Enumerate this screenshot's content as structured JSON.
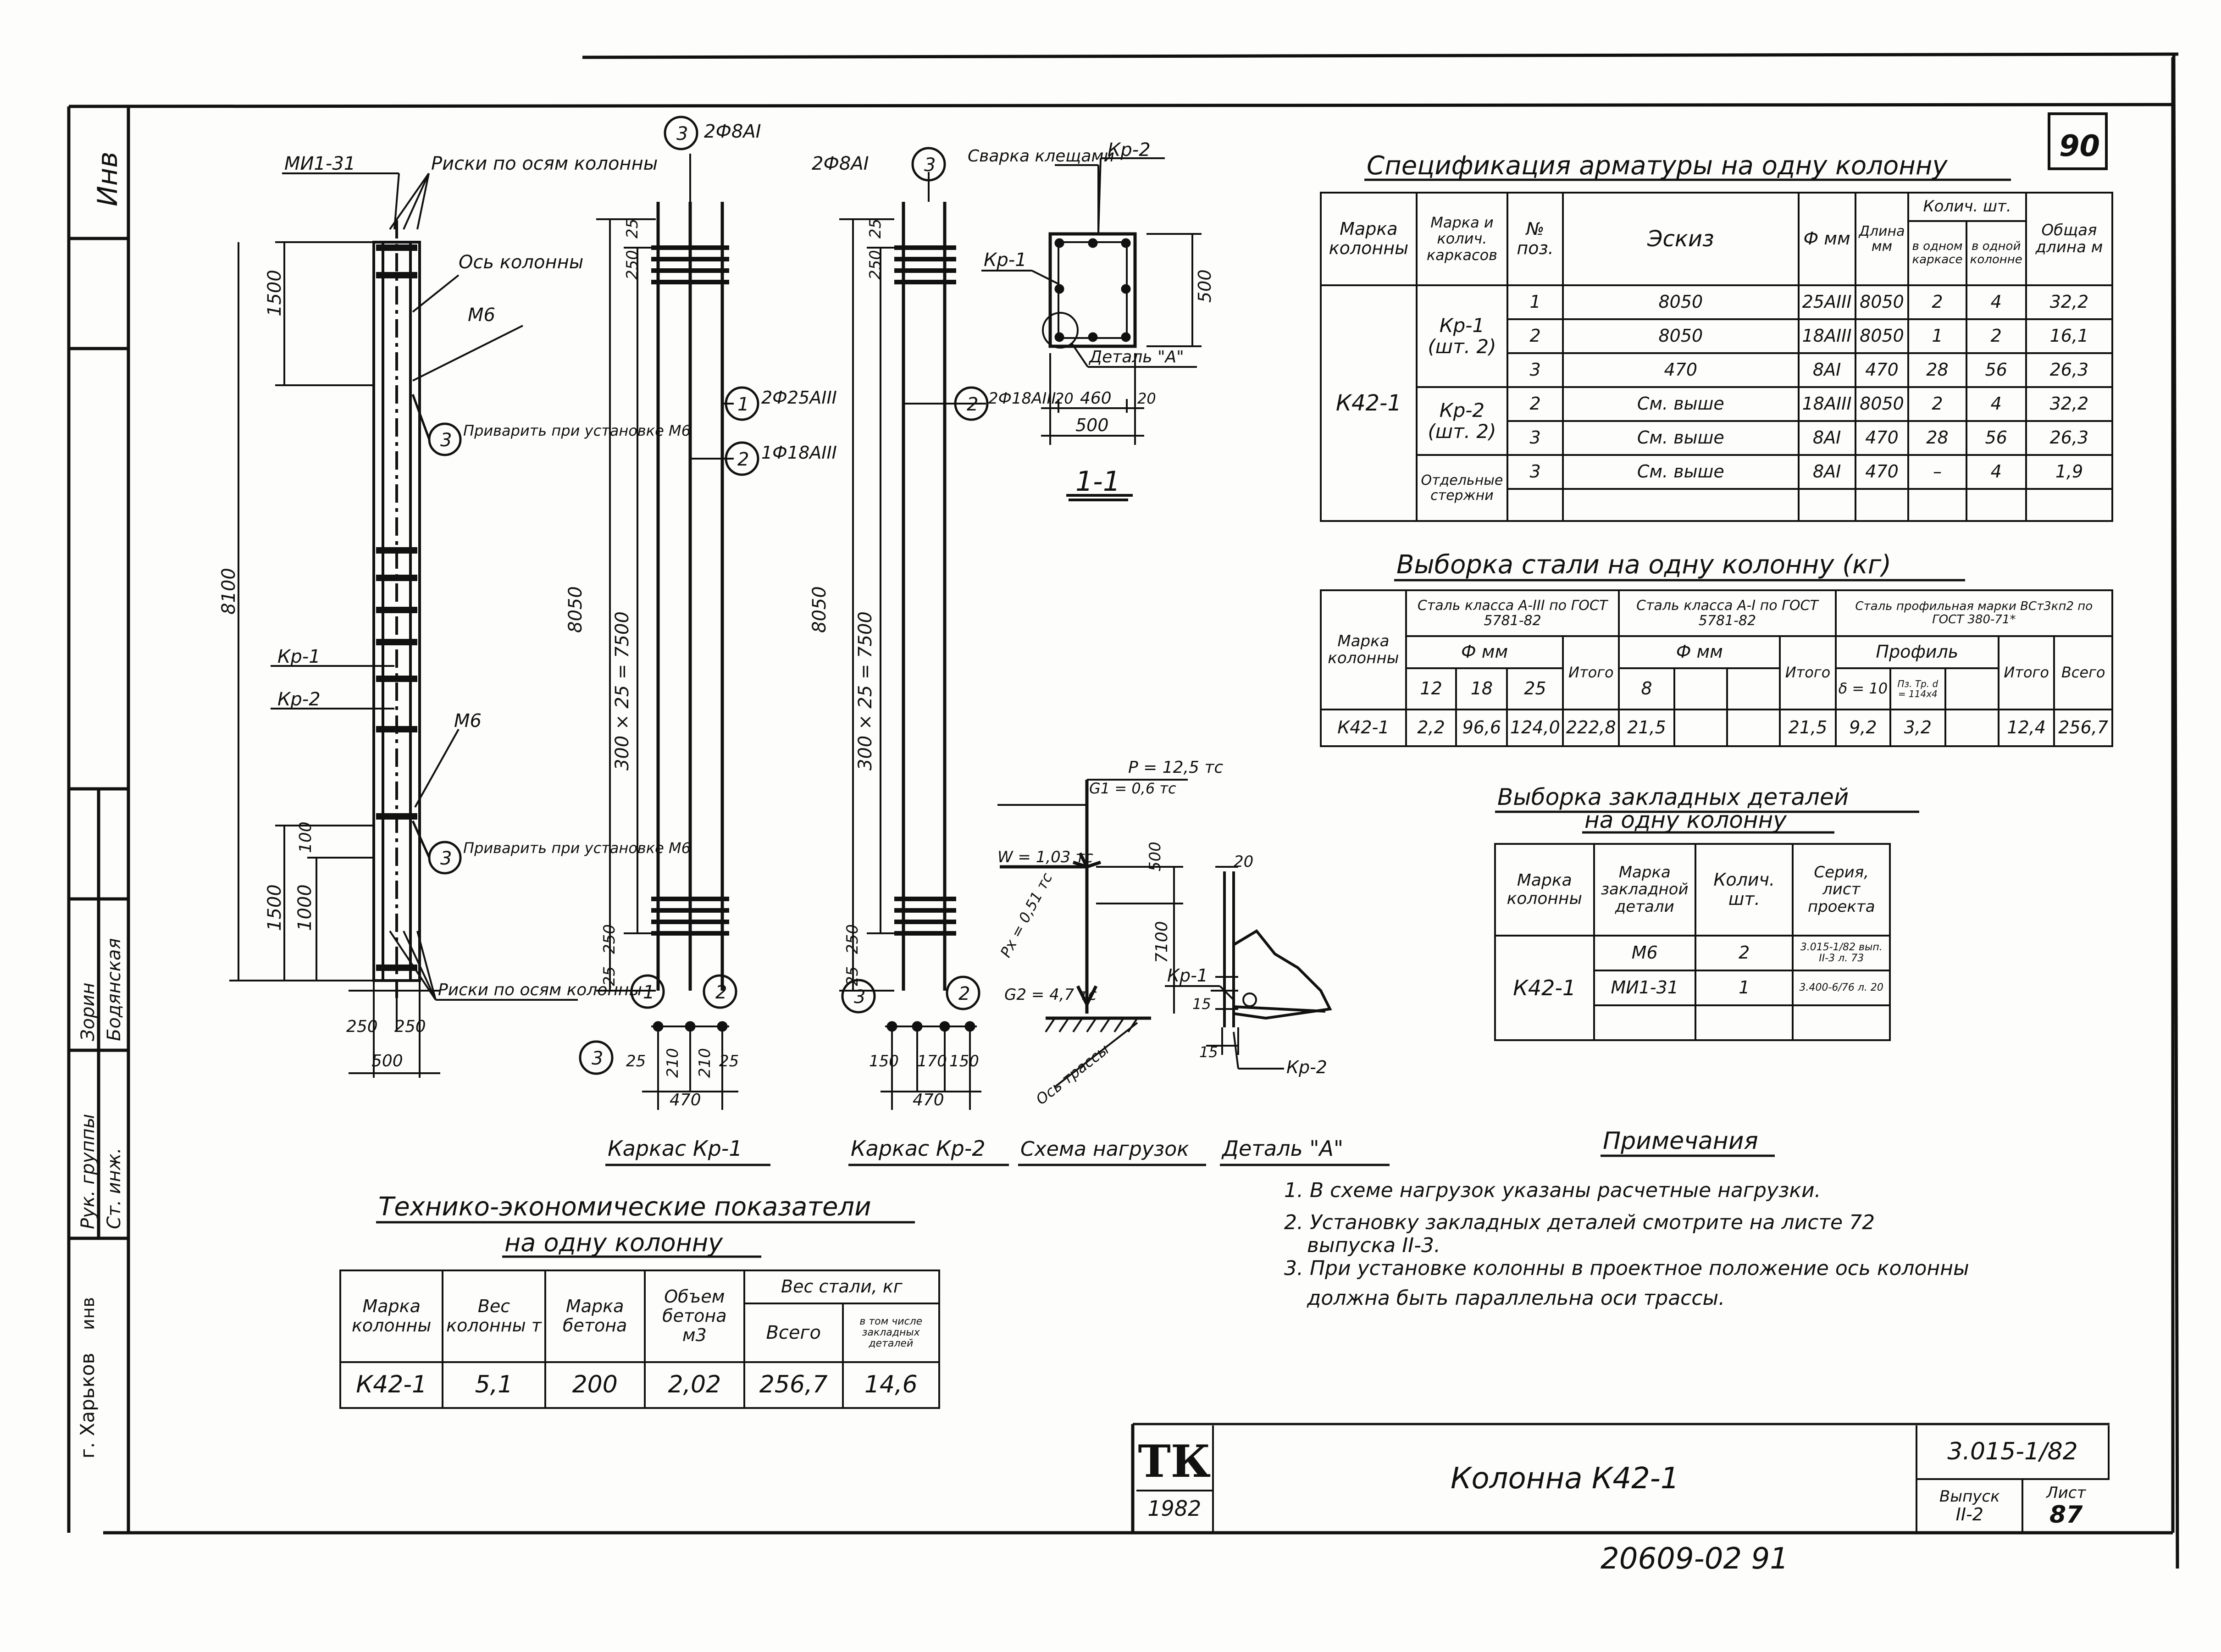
{
  "sheet_number": "90",
  "side_stamp": {
    "top": "Инв",
    "city": "г. Харьков",
    "stamp_frag": "инв",
    "roles": [
      "Рук. группы",
      "Ст. инж."
    ],
    "names": [
      "Зорин",
      "Бодянская"
    ]
  },
  "views": {
    "column": {
      "mi_label": "МИ1-31",
      "risk_top": "Риски по осям колонны",
      "axis": "Ось колонны",
      "m6": "М6",
      "weld": "Приварить при установке М6",
      "dims": {
        "d1500a": "1500",
        "d8100": "8100",
        "d1500b": "1500",
        "d1000": "1000",
        "d100": "100",
        "d250a": "250",
        "d250b": "250",
        "d500": "500"
      },
      "kr1": "Кр-1",
      "kr2": "Кр-2",
      "risk_bottom": "Риски по осям колонны",
      "callout": "3"
    },
    "frame1": {
      "bar_top": "2Ф8АI",
      "bar1": "2Ф25АIII",
      "bar2": "1Ф18АIII",
      "c1": "1",
      "c2": "2",
      "c3": "3",
      "dims": {
        "d8050": "8050",
        "d7500": "300 × 25 = 7500",
        "d25t": "25",
        "d250t": "250",
        "d250b": "250",
        "d25b": "25",
        "s25a": "25",
        "s210a": "210",
        "s210b": "210",
        "s25b": "25",
        "w470": "470"
      },
      "caption": "Каркас Кр-1"
    },
    "frame2": {
      "bar_top": "2Ф8АI",
      "bar2": "2Ф18АIII",
      "c2": "2",
      "c3": "3",
      "dims": {
        "d8050": "8050",
        "d7500": "300 × 25 = 7500",
        "d25t": "25",
        "d250t": "250",
        "d250b": "250",
        "d25b": "25",
        "s150a": "150",
        "s170": "170",
        "s150b": "150",
        "w470": "470"
      },
      "caption": "Каркас Кр-2"
    },
    "section": {
      "weld": "Сварка клещами",
      "kr2": "Кр-2",
      "kr1": "Кр-1",
      "d500v": "500",
      "detail": "Деталь \"А\"",
      "d20a": "20",
      "d460": "460",
      "d20b": "20",
      "d500h": "500",
      "label": "1-1"
    },
    "loads": {
      "p": "Р = 12,5 тс",
      "g1": "G1 = 0,6 тс",
      "w": "W = 1,03 тс",
      "px": "Px = 0,51 тс",
      "g2": "G2 = 4,7 тс",
      "d500": "500",
      "d7100": "7100",
      "axis": "Ось трассы",
      "caption": "Схема нагрузок"
    },
    "detail": {
      "d20": "20",
      "kr1": "Кр-1",
      "d15a": "15",
      "d15b": "15",
      "kr2": "Кр-2",
      "caption": "Деталь \"А\""
    }
  },
  "spec": {
    "title": "Спецификация арматуры на одну колонну",
    "headers": {
      "mark": "Марка колонны",
      "frames": "Марка и колич. каркасов",
      "pos": "№ поз.",
      "sketch": "Эскиз",
      "dia": "Ф мм",
      "len": "Длина мм",
      "qty": "Колич. шт.",
      "qty_frame": "в одном каркасе",
      "qty_col": "в одной колонне",
      "total": "Общая длина м"
    },
    "mark": "К42-1",
    "groups": [
      {
        "label": "Кр-1 (шт. 2)",
        "rows": [
          {
            "pos": "1",
            "sketch": "8050",
            "dia": "25АIII",
            "len": "8050",
            "qf": "2",
            "qc": "4",
            "total": "32,2"
          },
          {
            "pos": "2",
            "sketch": "8050",
            "dia": "18АIII",
            "len": "8050",
            "qf": "1",
            "qc": "2",
            "total": "16,1"
          },
          {
            "pos": "3",
            "sketch": "470",
            "dia": "8АI",
            "len": "470",
            "qf": "28",
            "qc": "56",
            "total": "26,3"
          }
        ]
      },
      {
        "label": "Кр-2 (шт. 2)",
        "rows": [
          {
            "pos": "2",
            "sketch": "См. выше",
            "dia": "18АIII",
            "len": "8050",
            "qf": "2",
            "qc": "4",
            "total": "32,2"
          },
          {
            "pos": "3",
            "sketch": "См. выше",
            "dia": "8АI",
            "len": "470",
            "qf": "28",
            "qc": "56",
            "total": "26,3"
          }
        ]
      },
      {
        "label": "Отдельные стержни",
        "rows": [
          {
            "pos": "3",
            "sketch": "См. выше",
            "dia": "8АI",
            "len": "470",
            "qf": "–",
            "qc": "4",
            "total": "1,9"
          }
        ]
      }
    ]
  },
  "steel": {
    "title": "Выборка стали на одну колонну (кг)",
    "headers": {
      "mark": "Марка колонны",
      "a3": "Сталь класса А-III по ГОСТ 5781-82",
      "a1": "Сталь класса А-I по ГОСТ 5781-82",
      "prof": "Сталь профильная марки ВСт3кп2 по ГОСТ 380-71*",
      "fmm": "Ф мм",
      "profile": "Профиль",
      "d12": "12",
      "d18": "18",
      "d25": "25",
      "itogo": "Итого",
      "d8": "8",
      "s10": "δ = 10",
      "pz": "Пз. Тр. d = 114x4",
      "vsego": "Всего"
    },
    "row": {
      "mark": "К42-1",
      "v12": "2,2",
      "v18": "96,6",
      "v25": "124,0",
      "it1": "222,8",
      "v8": "21,5",
      "it2": "21,5",
      "s10": "9,2",
      "pz": "3,2",
      "it3": "12,4",
      "total": "256,7"
    }
  },
  "embedded": {
    "title1": "Выборка закладных деталей",
    "title2": "на одну колонну",
    "headers": {
      "mark": "Марка колонны",
      "detail": "Марка закладной детали",
      "qty": "Колич. шт.",
      "series": "Серия, лист проекта"
    },
    "mark": "К42-1",
    "rows": [
      {
        "detail": "М6",
        "qty": "2",
        "series": "3.015-1/82 вып. II-3 л. 73"
      },
      {
        "detail": "МИ1-31",
        "qty": "1",
        "series": "3.400-6/76 л. 20"
      }
    ]
  },
  "tei": {
    "title1": "Технико-экономические показатели",
    "title2": "на одну колонну",
    "headers": {
      "mark": "Марка колонны",
      "weight": "Вес колонны т",
      "concrete": "Марка бетона",
      "volume": "Объем бетона м3",
      "steel": "Вес стали, кг",
      "total": "Всего",
      "emb": "в том числе закладных деталей"
    },
    "row": {
      "mark": "К42-1",
      "weight": "5,1",
      "concrete": "200",
      "volume": "2,02",
      "total": "256,7",
      "emb": "14,6"
    }
  },
  "notes": {
    "title": "Примечания",
    "items": [
      "1. В схеме нагрузок указаны расчетные нагрузки.",
      "2. Установку закладных деталей смотрите на листе 72",
      "выпуска II-3.",
      "3. При установке колонны в проектное положение ось колонны",
      "должна быть параллельна оси трассы."
    ]
  },
  "title_block": {
    "logo": "ТК",
    "year": "1982",
    "name": "Колонна К42-1",
    "code": "3.015-1/82",
    "issue_label": "Выпуск",
    "issue": "II-2",
    "sheet_label": "Лист",
    "sheet": "87"
  },
  "inv_number": "20609-02 91"
}
